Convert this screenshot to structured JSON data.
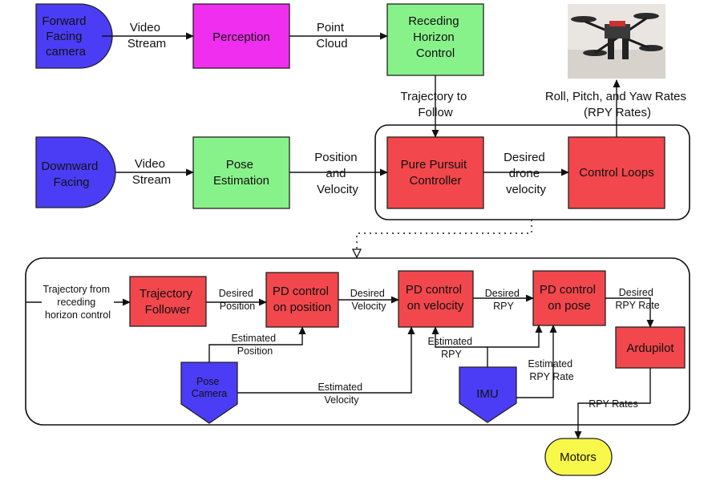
{
  "colors": {
    "blue": "#4b3df5",
    "magenta": "#f02ef0",
    "green": "#88f28a",
    "red": "#f2474c",
    "yellow": "#f8f84a"
  },
  "photo": {
    "icon": "quadcopter-drone-icon"
  },
  "blocks": {
    "forward_camera": [
      "Forward",
      "Facing",
      "camera"
    ],
    "perception": [
      "Perception"
    ],
    "receding_horizon": [
      "Receding",
      "Horizon",
      "Control"
    ],
    "downward": [
      "Downward",
      "Facing"
    ],
    "pose_estimation": [
      "Pose",
      "Estimation"
    ],
    "pure_pursuit": [
      "Pure Pursuit",
      "Controller"
    ],
    "control_loops": [
      "Control Loops"
    ],
    "trajectory_follower": [
      "Trajectory",
      "Follower"
    ],
    "pd_position": [
      "PD control",
      "on position"
    ],
    "pd_velocity": [
      "PD control",
      "on velocity"
    ],
    "pd_pose": [
      "PD control",
      "on pose"
    ],
    "ardupilot": [
      "Ardupilot"
    ],
    "pose_camera": [
      "Pose",
      "Camera"
    ],
    "imu": [
      "IMU"
    ],
    "motors": [
      "Motors"
    ]
  },
  "labels": {
    "video_stream_1": [
      "Video",
      "Stream"
    ],
    "point_cloud": [
      "Point",
      "Cloud"
    ],
    "trajectory_to_follow": [
      "Trajectory to",
      "Follow"
    ],
    "rpy_rates_top": [
      "Roll, Pitch, and Yaw Rates",
      "(RPY Rates)"
    ],
    "video_stream_2": [
      "Video",
      "Stream"
    ],
    "position_velocity": [
      "Position",
      "and",
      "Velocity"
    ],
    "desired_drone_velocity": [
      "Desired",
      "drone",
      "velocity"
    ],
    "trajectory_from": [
      "Trajectory from",
      "receding",
      "horizon control"
    ],
    "desired_position": [
      "Desired",
      "Position"
    ],
    "desired_velocity": [
      "Desired",
      "Velocity"
    ],
    "desired_rpy": [
      "Desired",
      "RPY"
    ],
    "desired_rpy_rate": [
      "Desired",
      "RPY Rate"
    ],
    "estimated_position": [
      "Estimated",
      "Position"
    ],
    "estimated_velocity": [
      "Estimated",
      "Velocity"
    ],
    "estimated_rpy": [
      "Estimated",
      "RPY"
    ],
    "estimated_rpy_rate": [
      "Estimated",
      "RPY Rate"
    ],
    "rpy_rates_bottom": [
      "RPY Rates"
    ]
  }
}
